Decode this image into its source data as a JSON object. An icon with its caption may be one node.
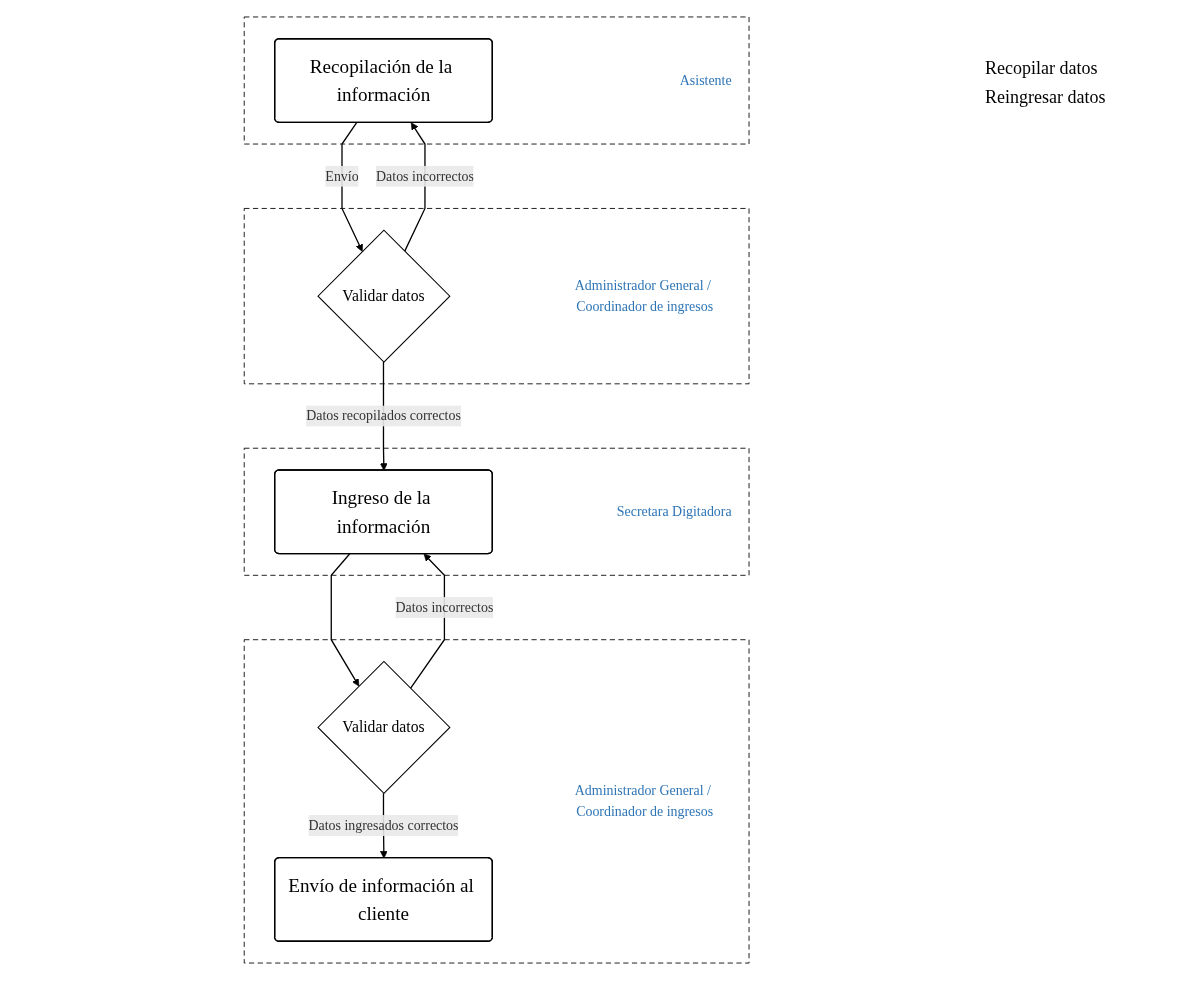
{
  "diagram": {
    "nodes": [
      {
        "text": [
          "Asistente"
        ]
      },
      {
        "text": [
          "Recopilación de la información"
        ],
        "in": 0
      },
      {
        "text": [
          "Administrador General / Coordinador de ingresos"
        ]
      },
      {
        "text": [
          "Validar datos"
        ],
        "in": 2
      },
      {
        "text": [
          "Secretara Digitadora"
        ]
      },
      {
        "text": [
          "Ingreso de la información"
        ],
        "in": 4
      },
      {
        "text": [
          "Administrador General / Coordinador de ingresos"
        ]
      },
      {
        "text": [
          "Validar datos"
        ],
        "in": 6
      },
      {
        "text": [
          "Envío de información al cliente"
        ],
        "in": 6
      }
    ],
    "edges": [
      {
        "from": 1,
        "to": 3,
        "arrow": "to",
        "label": "Envío"
      },
      {
        "from": 3,
        "to": 1,
        "arrow": "to",
        "label": "Datos incorrectos"
      },
      {
        "from": 3,
        "to": 5,
        "arrow": "to",
        "label": "Datos recopilados correctos"
      },
      {
        "from": 5,
        "to": 7,
        "arrow": "to"
      },
      {
        "from": 7,
        "to": 5,
        "arrow": "to",
        "label": "Datos incorrectos"
      },
      {
        "from": 7,
        "to": 8,
        "arrow": "to",
        "label": "Datos ingresados correctos"
      }
    ],
    "labels": [
      "Recopilar datos",
      "Reingresar datos"
    ]
  }
}
